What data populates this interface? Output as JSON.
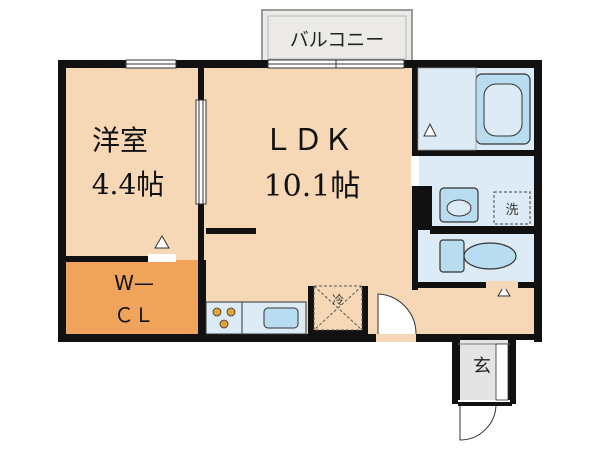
{
  "floor_plan": {
    "balcony": {
      "label": "バルコニー"
    },
    "western_room": {
      "name": "洋室",
      "size": "4.4帖"
    },
    "ldk": {
      "name": "ＬＤＫ",
      "size": "10.1帖"
    },
    "walk_in_closet": {
      "line1": "W—",
      "line2": "ＣＬ"
    },
    "laundry_mark": "洗",
    "fridge_mark": "冷",
    "entrance": {
      "label": "玄"
    }
  },
  "colors": {
    "room_fill": "#F6D8B6",
    "closet_fill": "#F0A35A",
    "wet_fill": "#DDEBF6",
    "fixture_fill": "#B8DCF0",
    "balcony_fill": "#ECEAE6",
    "entry_fill": "#E4E4E4",
    "wall": "#111111"
  }
}
